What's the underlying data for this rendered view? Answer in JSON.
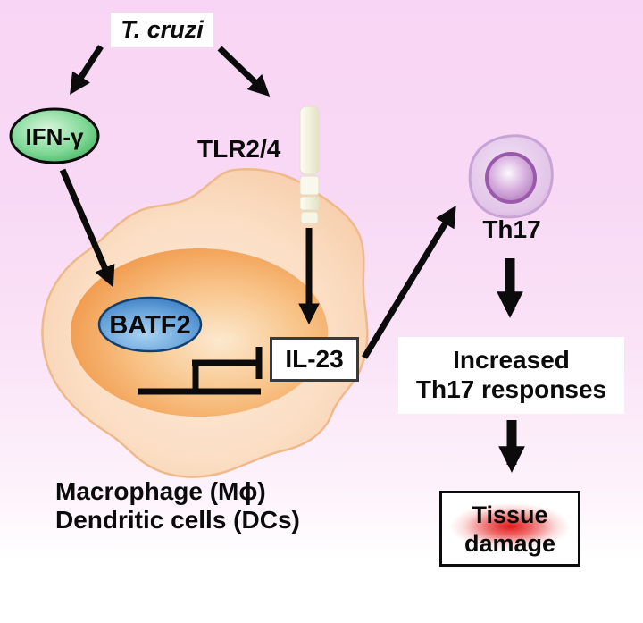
{
  "figure": {
    "pathogen_label": "T. cruzi",
    "ifn_label": "IFN-γ",
    "receptor_label": "TLR2/4",
    "tf_label": "BATF2",
    "il23_label": "IL-23",
    "th17_label": "Th17",
    "outcome": {
      "line1": "Increased",
      "line2": "Th17 responses"
    },
    "damage": {
      "line1": "Tissue",
      "line2": "damage"
    },
    "cell_types": {
      "line1": "Macrophage (Mϕ)",
      "line2": "Dendritic cells (DCs)"
    }
  },
  "icons": {
    "macrophage_cell": "amoeba-shaped-cell",
    "nucleus": "orange-nucleus-ellipse",
    "tlr_receptor": "segmented-transmembrane-receptor-bar",
    "th17_cell": "lymphocyte-with-nucleus",
    "inhibition": "blunt-t-bar-repression-of-gene",
    "arrows": [
      "t-cruzi-to-ifn",
      "t-cruzi-to-tlr",
      "ifn-to-batf2",
      "tlr-to-il23",
      "il23-to-th17",
      "th17-to-outcome",
      "outcome-to-damage"
    ]
  },
  "colors": {
    "background_top": "#f8d5f4",
    "background_bottom": "#ffffff",
    "cell_fill": "#f9d8bb",
    "cell_edge": "#efb98c",
    "nucleus_orange": "#ed8a35",
    "batf2_blue": "#2f74be",
    "ifn_green": "#2fa44e",
    "th17_purple": "#a56bb5",
    "receptor_ivory": "#f2f2e0",
    "damage_red": "#e31b1b",
    "arrow_black": "#0b0b0b",
    "box_white": "#ffffff"
  }
}
